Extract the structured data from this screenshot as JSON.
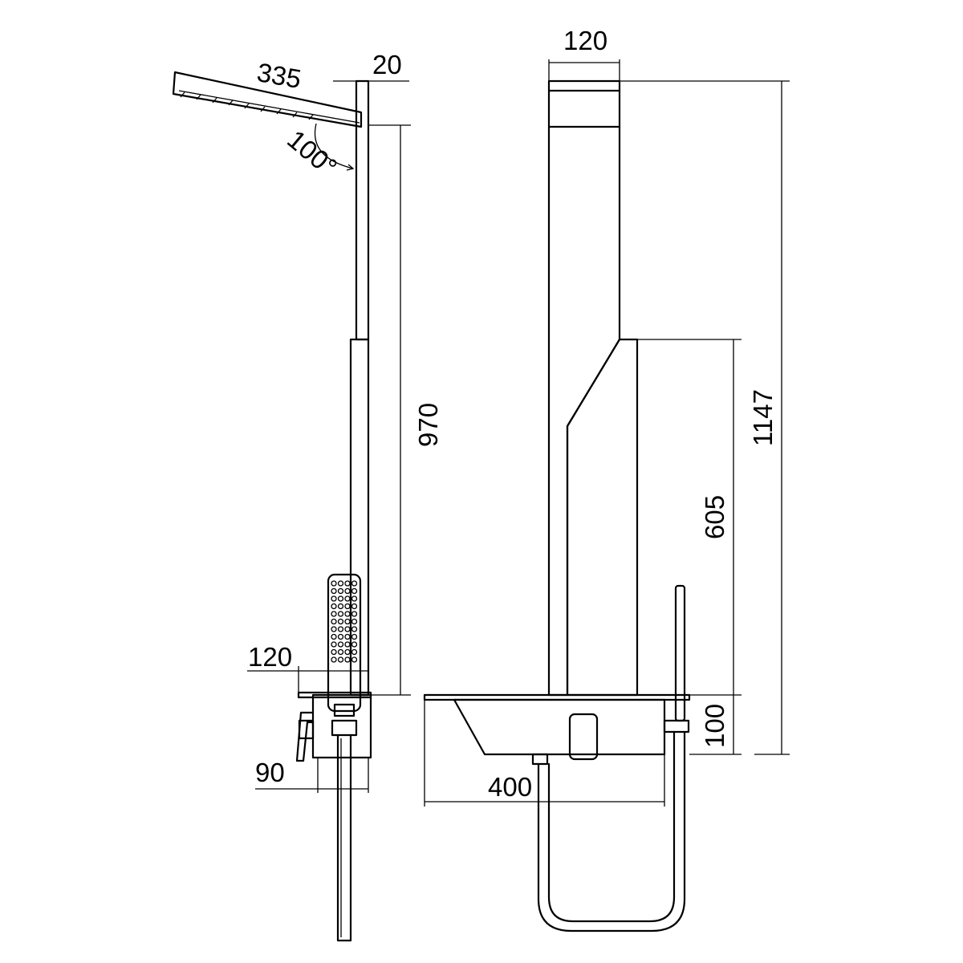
{
  "dimensions": {
    "arm_length": "335",
    "pipe_depth": "20",
    "arm_angle": "100°",
    "side_height": "970",
    "shelf_depth": "120",
    "mixer_depth": "90",
    "panel_width": "120",
    "total_height": "1147",
    "lower_height": "605",
    "shelf_height": "100",
    "shelf_width": "400"
  }
}
